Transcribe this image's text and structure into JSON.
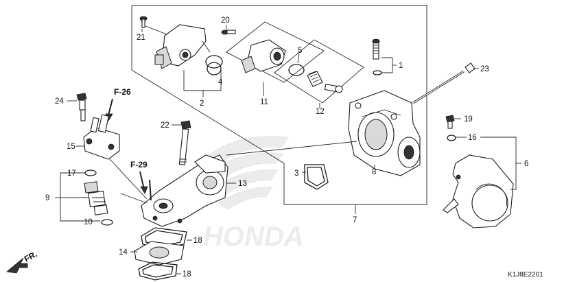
{
  "labels": {
    "p1": "1",
    "p2": "2",
    "p3": "3",
    "p4": "4",
    "p5": "5",
    "p6": "6",
    "p7": "7",
    "p8": "8",
    "p9": "9",
    "p10": "10",
    "p11": "11",
    "p12": "12",
    "p13": "13",
    "p14": "14",
    "p15": "15",
    "p16": "16",
    "p17": "17",
    "p18a": "18",
    "p18b": "18",
    "p19": "19",
    "p20": "20",
    "p21": "21",
    "p22": "22",
    "p23": "23",
    "p24": "24"
  },
  "refs": {
    "f26": "F-26",
    "f29": "F-29"
  },
  "direction": "FR.",
  "watermark": "HONDA",
  "diagram_code": "K1J8E2201"
}
